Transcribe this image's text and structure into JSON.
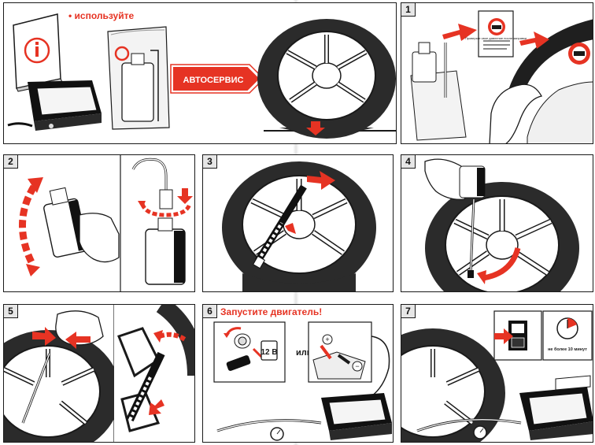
{
  "panels": {
    "intro": {
      "use_label": "• используйте",
      "service_label": "АВТОСЕРВИС"
    },
    "p1": {
      "number": "1",
      "sticker_text": "Проверьте свое давление после заправки"
    },
    "p2": {
      "number": "2"
    },
    "p3": {
      "number": "3"
    },
    "p4": {
      "number": "4"
    },
    "p5": {
      "number": "5"
    },
    "p6": {
      "number": "6",
      "heading": "Запустите двигатель!",
      "voltage_label": "12 В",
      "or_label": "или"
    },
    "p7": {
      "number": "7",
      "timer_label": "не более 10 минут"
    }
  },
  "colors": {
    "accent": "#e63323",
    "ink": "#1a1a1a",
    "panel_bg": "#ffffff"
  }
}
